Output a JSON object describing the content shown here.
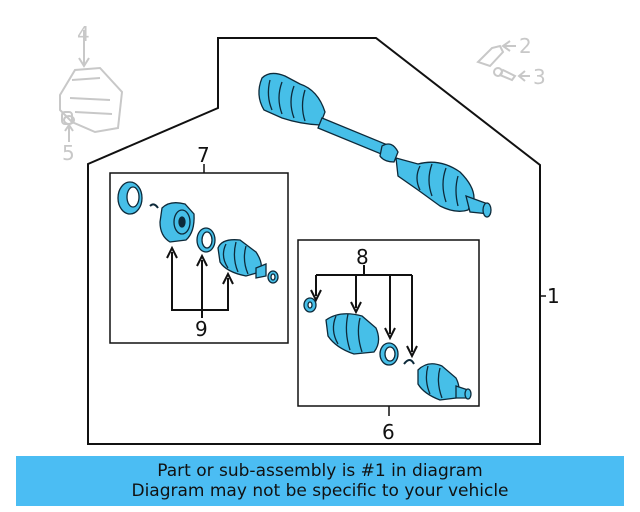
{
  "colors": {
    "part_fill": "#46bfe8",
    "part_stroke": "#0d2a3a",
    "faded": "#c8c8c8",
    "banner_bg": "#4bbdf3",
    "line": "#111111"
  },
  "callouts": {
    "c1": "1",
    "c2": "2",
    "c3": "3",
    "c4": "4",
    "c5": "5",
    "c6": "6",
    "c7": "7",
    "c8": "8",
    "c9": "9"
  },
  "banner": {
    "line1": "Part or sub-assembly is #1 in diagram",
    "line2": "Diagram may not be specific to your vehicle"
  }
}
